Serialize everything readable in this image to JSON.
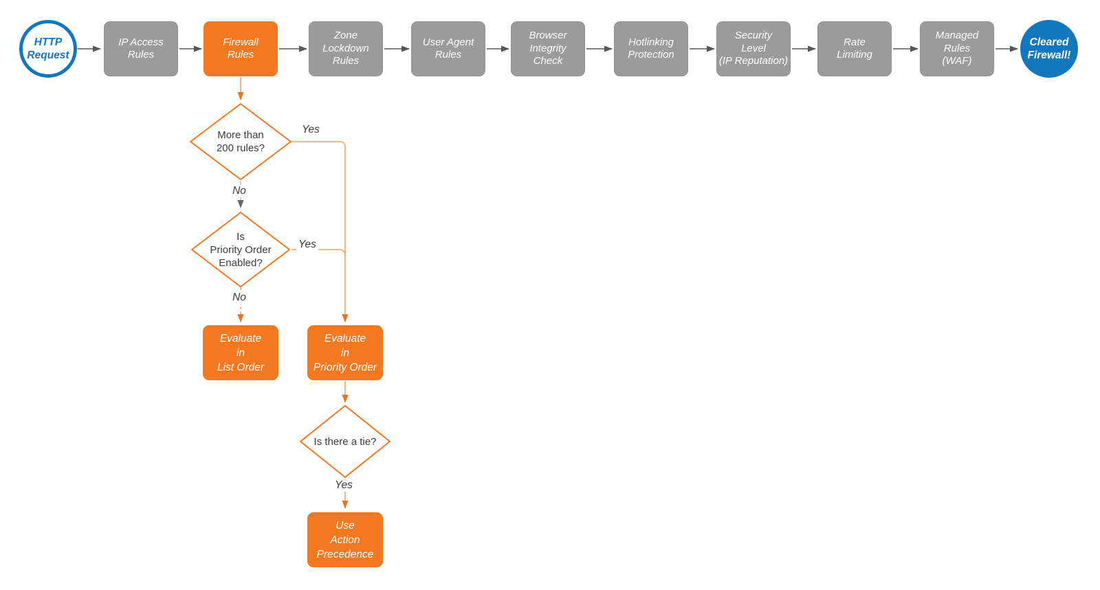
{
  "colors": {
    "orange": "#F4781F",
    "orange_line": "#F6A167",
    "orange_arrow": "#F0701D",
    "gray": "#9B9B9B",
    "gray_border": "#838383",
    "blue": "#1277BD",
    "line_dark": "#565656",
    "line_gray": "#C8C8C8",
    "arrow_gray": "#666666",
    "text_dark": "#3B3B3B"
  },
  "flow": {
    "start": {
      "label": "HTTP\nRequest"
    },
    "steps": [
      {
        "label": "IP Access\nRules"
      },
      {
        "label": "Firewall\nRules"
      },
      {
        "label": "Zone\nLockdown\nRules"
      },
      {
        "label": "User Agent\nRules"
      },
      {
        "label": "Browser\nIntegrity\nCheck"
      },
      {
        "label": "Hotlinking\nProtection"
      },
      {
        "label": "Security\nLevel\n(IP Reputation)"
      },
      {
        "label": "Rate\nLimiting"
      },
      {
        "label": "Managed\nRules\n(WAF)"
      }
    ],
    "end": {
      "label": "Cleared\nFirewall!"
    }
  },
  "tree": {
    "more_than_200": {
      "question": "More than\n200 rules?",
      "yes_label": "Yes",
      "no_label": "No"
    },
    "priority_enabled": {
      "question": "Is\nPriority Order\nEnabled?",
      "yes_label": "Yes",
      "no_label": "No"
    },
    "tie": {
      "question": "Is there a tie?",
      "yes_label": "Yes"
    },
    "actions": {
      "list_order": {
        "label": "Evaluate\nin\nList Order"
      },
      "priority_order": {
        "label": "Evaluate\nin\nPriority Order"
      },
      "action_precedence": {
        "label": "Use\nAction\nPrecedence"
      }
    }
  }
}
